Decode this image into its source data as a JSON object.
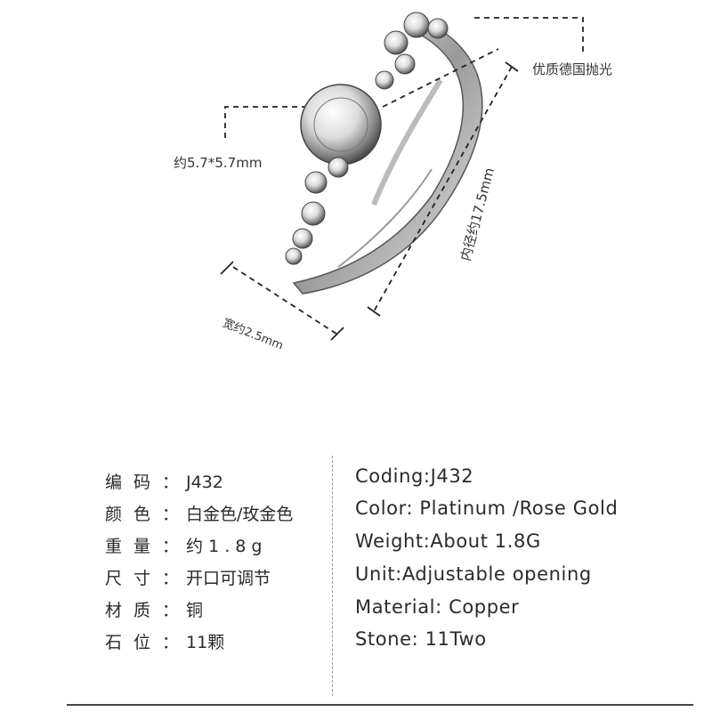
{
  "annotations": {
    "polish": "优质德国抛光",
    "stone_size": "约5.7*5.7mm",
    "inner_diameter": "内径约17.5mm",
    "width": "宽约2.5mm"
  },
  "specs_cn": [
    {
      "label": "编码",
      "value": "J432"
    },
    {
      "label": "颜色",
      "value": "白金色/玫金色"
    },
    {
      "label": "重量",
      "value": "约 1 . 8 g"
    },
    {
      "label": "尺寸",
      "value": "开口可调节"
    },
    {
      "label": "材质",
      "value": "铜"
    },
    {
      "label": "石位",
      "value": "11颗"
    }
  ],
  "separator": "：",
  "specs_en": [
    "Coding:J432",
    "Color:  Platinum /Rose Gold",
    "Weight:About 1.8G",
    "Unit:Adjustable opening",
    "Material: Copper",
    "Stone:  11Two"
  ],
  "colors": {
    "metal": "#c8c8c8",
    "outline": "#555555",
    "text": "#2a2a2a"
  }
}
